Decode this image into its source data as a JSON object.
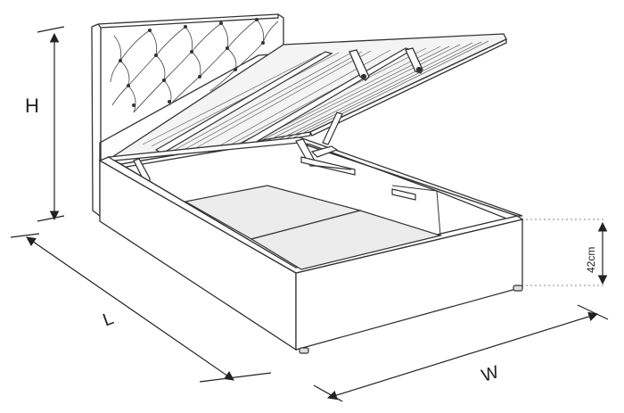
{
  "diagram": {
    "labels": {
      "height": "H",
      "length": "L",
      "width": "W",
      "storage_depth": "42cm"
    },
    "colors": {
      "outline": "#333333",
      "fill": "#ffffff",
      "panel": "#ececec",
      "slat": "#f4f4f4",
      "dotted": "#888888"
    }
  }
}
